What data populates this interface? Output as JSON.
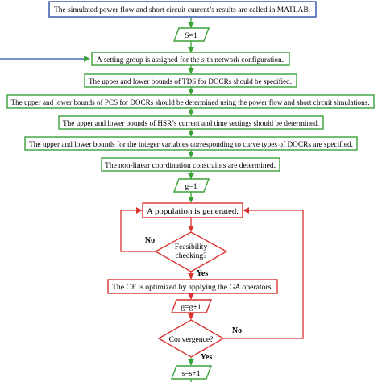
{
  "steps": {
    "load_results": "The simulated power flow and short circuit current’s results are called in MATLAB.",
    "init_s": "S=1",
    "setting_group_pre": "A setting group is assigned for the ",
    "setting_group_var": "s",
    "setting_group_post": "-th network configuration.",
    "tds_bounds": "The upper and lower bounds of TDS for DOCRs should be specified.",
    "pcs_bounds": "The upper and lower bounds of PCS for DOCRs should be determined using the power flow and short circuit simulations.",
    "hsr_bounds": "The upper and lower bounds of HSR’s current and time settings should be determined.",
    "curve_bounds": "The upper and lower bounds for the integer variables corresponding to curve types of DOCRs are specified.",
    "constraints": "The non-linear coordination constraints are determined.",
    "init_g": "g=1",
    "population": "A population is generated.",
    "feasibility_line1": "Feasibility",
    "feasibility_line2": "checking?",
    "optimize": "The OF is optimized by applying the GA operators.",
    "increment_g": "g=g+1",
    "convergence": "Convergence?",
    "increment_s": "s=s+1"
  },
  "branch_labels": {
    "feasibility_no": "No",
    "feasibility_yes": "Yes",
    "convergence_no": "No",
    "convergence_yes": "Yes"
  },
  "colors": {
    "blue": "#2b4fa8",
    "green": "#3aa138",
    "red": "#d9322f"
  }
}
